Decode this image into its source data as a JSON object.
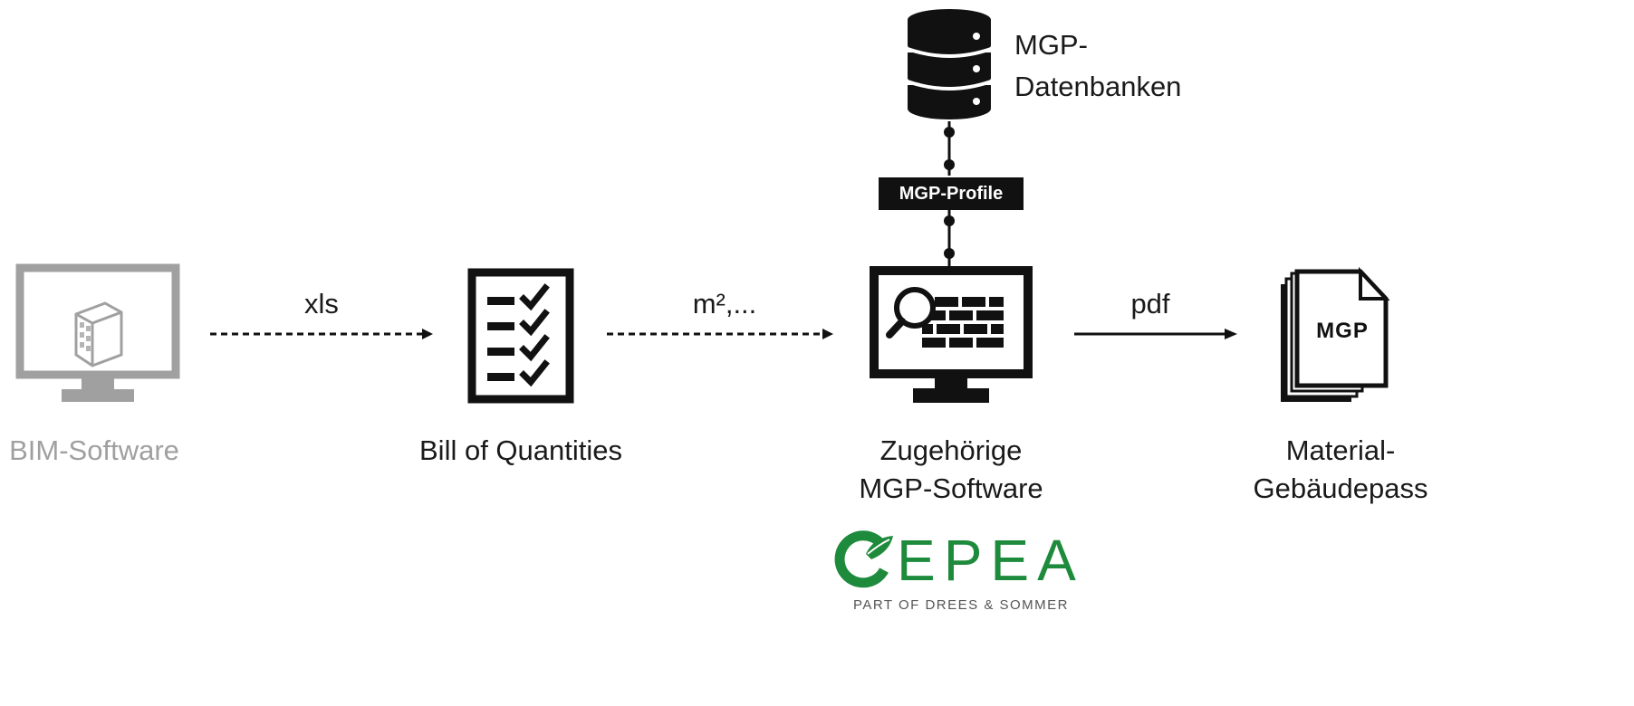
{
  "nodes": {
    "bim": {
      "label": "BIM-Software"
    },
    "boq": {
      "label": "Bill of Quantities"
    },
    "software": {
      "label_line1": "Zugehörige",
      "label_line2": "MGP-Software"
    },
    "passport": {
      "label_line1": "Material-",
      "label_line2": "Gebäudepass",
      "doc_text": "MGP"
    },
    "database": {
      "label_line1": "MGP-",
      "label_line2": "Datenbanken"
    },
    "profile": {
      "label": "MGP-Profile"
    }
  },
  "edges": {
    "bim_to_boq": {
      "label": "xls",
      "style": "dashed"
    },
    "boq_to_software": {
      "label": "m²,...",
      "style": "dashed"
    },
    "software_to_passport": {
      "label": "pdf",
      "style": "solid"
    }
  },
  "logo": {
    "name": "EPEA",
    "tagline": "PART OF DREES & SOMMER",
    "color": "#1e8a3c"
  },
  "colors": {
    "dark": "#111111",
    "gray": "#a0a0a0"
  }
}
